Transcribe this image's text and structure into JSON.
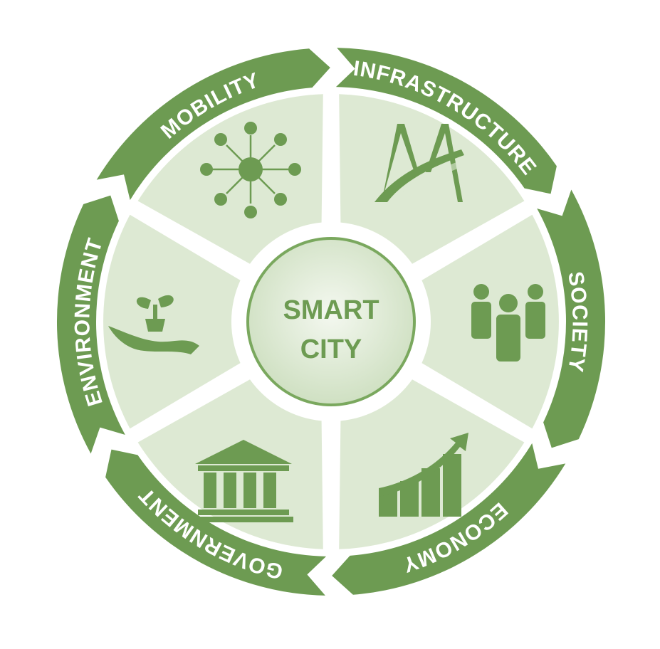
{
  "center": {
    "line1": "SMART",
    "line2": "CITY"
  },
  "sections": [
    {
      "key": "mobility",
      "label": "MOBILITY",
      "icon": "network-hub-icon"
    },
    {
      "key": "infrastructure",
      "label": "INFRASTRUCTURE",
      "icon": "bridge-road-icon"
    },
    {
      "key": "society",
      "label": "SOCIETY",
      "icon": "people-group-icon"
    },
    {
      "key": "economy",
      "label": "ECONOMY",
      "icon": "growth-chart-icon"
    },
    {
      "key": "government",
      "label": "GOVERNMENT",
      "icon": "government-building-icon"
    },
    {
      "key": "environment",
      "label": "ENVIRONMENT",
      "icon": "plant-in-hand-icon"
    }
  ],
  "colors": {
    "ring": "#6d9b52",
    "sector": "#dde9d3",
    "center_fill": "#e5efdc",
    "center_border": "#7aa85e",
    "icon": "#6d9b52",
    "text_on_ring": "#ffffff"
  }
}
